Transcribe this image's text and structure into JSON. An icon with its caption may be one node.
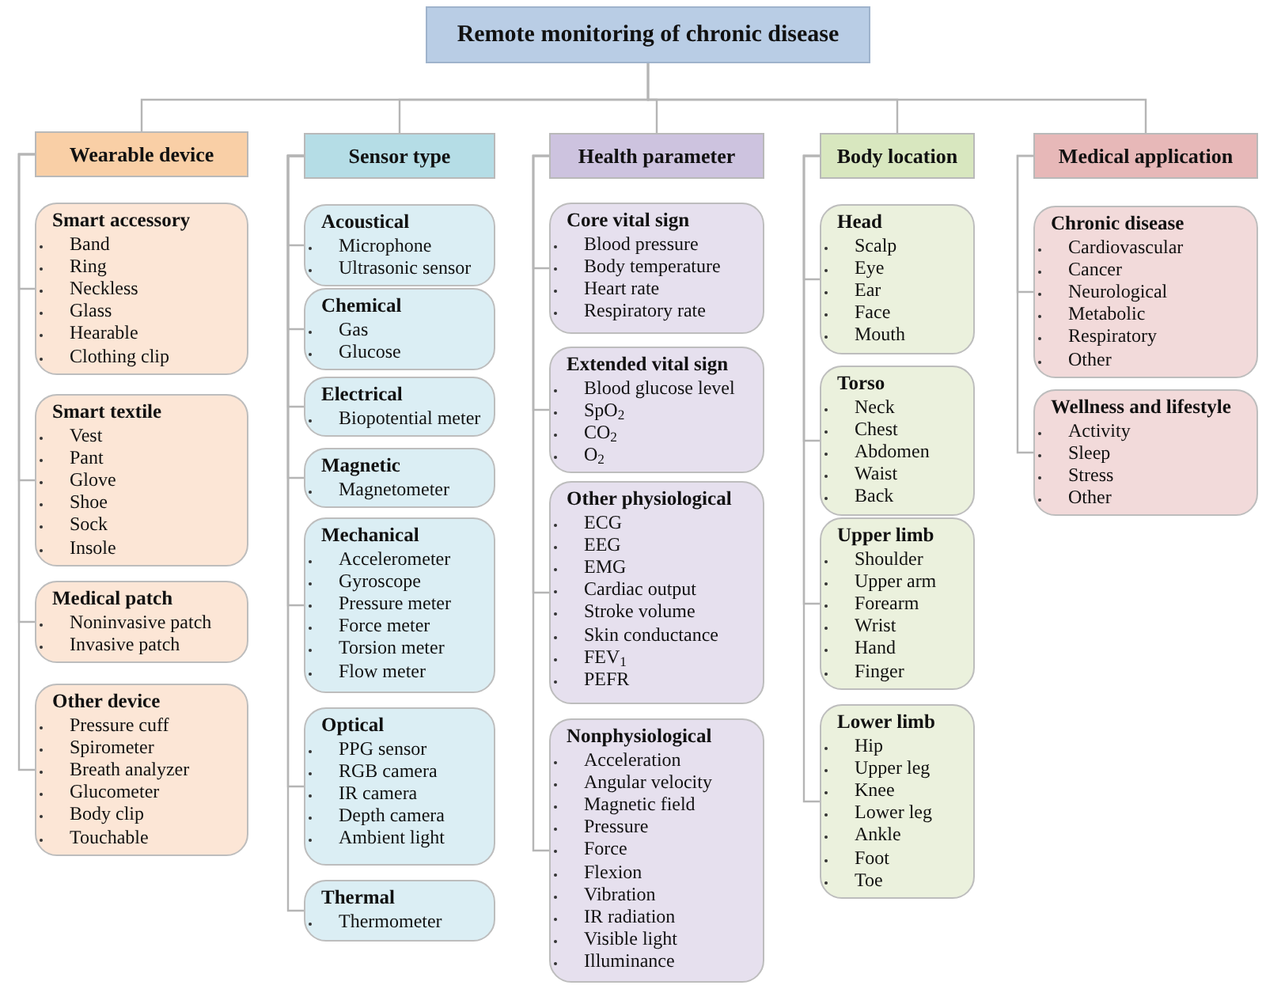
{
  "diagram": {
    "nodes": [
      {
        "text": [
          "Remote monitoring of chronic disease"
        ]
      },
      {
        "text": [
          "Wearable device"
        ]
      },
      {
        "text": [
          "Smart accessory",
          "Band",
          "Ring",
          "Neckless",
          "Glass",
          "Hearable",
          "Clothing clip"
        ]
      },
      {
        "text": [
          "Smart textile",
          "Vest",
          "Pant",
          "Glove",
          "Shoe",
          "Sock",
          "Insole"
        ]
      },
      {
        "text": [
          "Medical patch",
          "Noninvasive patch",
          "Invasive patch"
        ]
      },
      {
        "text": [
          "Other device",
          "Pressure cuff",
          "Spirometer",
          "Breath analyzer",
          "Glucometer",
          "Body clip",
          "Touchable"
        ]
      },
      {
        "text": [
          "Sensor type"
        ]
      },
      {
        "text": [
          "Acoustical",
          "Microphone",
          "Ultrasonic sensor"
        ]
      },
      {
        "text": [
          "Chemical",
          "Gas",
          "Glucose"
        ]
      },
      {
        "text": [
          "Electrical",
          "Biopotential meter"
        ]
      },
      {
        "text": [
          "Magnetic",
          "Magnetometer"
        ]
      },
      {
        "text": [
          "Mechanical",
          "Accelerometer",
          "Gyroscope",
          "Pressure meter",
          "Force meter",
          "Torsion meter",
          "Flow meter"
        ]
      },
      {
        "text": [
          "Optical",
          "PPG sensor",
          "RGB camera",
          "IR camera",
          "Depth camera",
          "Ambient light"
        ]
      },
      {
        "text": [
          "Thermal",
          "Thermometer"
        ]
      },
      {
        "text": [
          "Health parameter"
        ]
      },
      {
        "text": [
          "Core vital sign",
          "Blood pressure",
          "Body temperature",
          "Heart rate",
          "Respiratory rate"
        ]
      },
      {
        "text": [
          "Extended vital sign",
          "Blood glucose level",
          "SpO$_{2}$",
          "CO$_{2}$",
          "O$_{2}$"
        ]
      },
      {
        "text": [
          "Other physiological",
          "ECG",
          "EEG",
          "EMG",
          "Cardiac output",
          "Stroke volume",
          "Skin conductance",
          "FEV$_{1}$",
          "PEFR"
        ]
      },
      {
        "text": [
          "Nonphysiological",
          "Acceleration",
          "Angular velocity",
          "Magnetic field",
          "Pressure",
          "Force",
          "Flexion",
          "Vibration",
          "IR radiation",
          "Visible light",
          "Illuminance"
        ]
      },
      {
        "text": [
          "Body location"
        ]
      },
      {
        "text": [
          "Head",
          "Scalp",
          "Eye",
          "Ear",
          "Face",
          "Mouth"
        ]
      },
      {
        "text": [
          "Torso",
          "Neck",
          "Chest",
          "Abdomen",
          "Waist",
          "Back"
        ]
      },
      {
        "text": [
          "Upper limb",
          "Shoulder",
          "Upper arm",
          "Forearm",
          "Wrist",
          "Hand",
          "Finger"
        ]
      },
      {
        "text": [
          "Lower limb",
          "Hip",
          "Upper leg",
          "Knee",
          "Lower leg",
          "Ankle",
          "Foot",
          "Toe"
        ]
      },
      {
        "text": [
          "Medical application"
        ]
      },
      {
        "text": [
          "Chronic disease",
          "Cardiovascular",
          "Cancer",
          "Neurological",
          "Metabolic",
          "Respiratory",
          "Other"
        ]
      },
      {
        "text": [
          "Wellness and lifestyle",
          "Activity",
          "Sleep",
          "Stress",
          "Other"
        ]
      }
    ],
    "edges": [
      {
        "from": 0,
        "to": 1,
        "arrow": "none"
      },
      {
        "from": 0,
        "to": 6,
        "arrow": "none"
      },
      {
        "from": 0,
        "to": 14,
        "arrow": "none"
      },
      {
        "from": 0,
        "to": 19,
        "arrow": "none"
      },
      {
        "from": 0,
        "to": 24,
        "arrow": "none"
      },
      {
        "from": 1,
        "to": 2,
        "arrow": "none"
      },
      {
        "from": 1,
        "to": 3,
        "arrow": "none"
      },
      {
        "from": 1,
        "to": 4,
        "arrow": "none"
      },
      {
        "from": 1,
        "to": 5,
        "arrow": "none"
      },
      {
        "from": 6,
        "to": 7,
        "arrow": "none"
      },
      {
        "from": 6,
        "to": 8,
        "arrow": "none"
      },
      {
        "from": 6,
        "to": 9,
        "arrow": "none"
      },
      {
        "from": 6,
        "to": 10,
        "arrow": "none"
      },
      {
        "from": 6,
        "to": 11,
        "arrow": "none"
      },
      {
        "from": 6,
        "to": 12,
        "arrow": "none"
      },
      {
        "from": 6,
        "to": 13,
        "arrow": "none"
      },
      {
        "from": 14,
        "to": 15,
        "arrow": "none"
      },
      {
        "from": 14,
        "to": 16,
        "arrow": "none"
      },
      {
        "from": 14,
        "to": 17,
        "arrow": "none"
      },
      {
        "from": 14,
        "to": 18,
        "arrow": "none"
      },
      {
        "from": 19,
        "to": 20,
        "arrow": "none"
      },
      {
        "from": 19,
        "to": 21,
        "arrow": "none"
      },
      {
        "from": 19,
        "to": 22,
        "arrow": "none"
      },
      {
        "from": 19,
        "to": 23,
        "arrow": "none"
      },
      {
        "from": 24,
        "to": 25,
        "arrow": "none"
      },
      {
        "from": 24,
        "to": 26,
        "arrow": "none"
      }
    ]
  }
}
